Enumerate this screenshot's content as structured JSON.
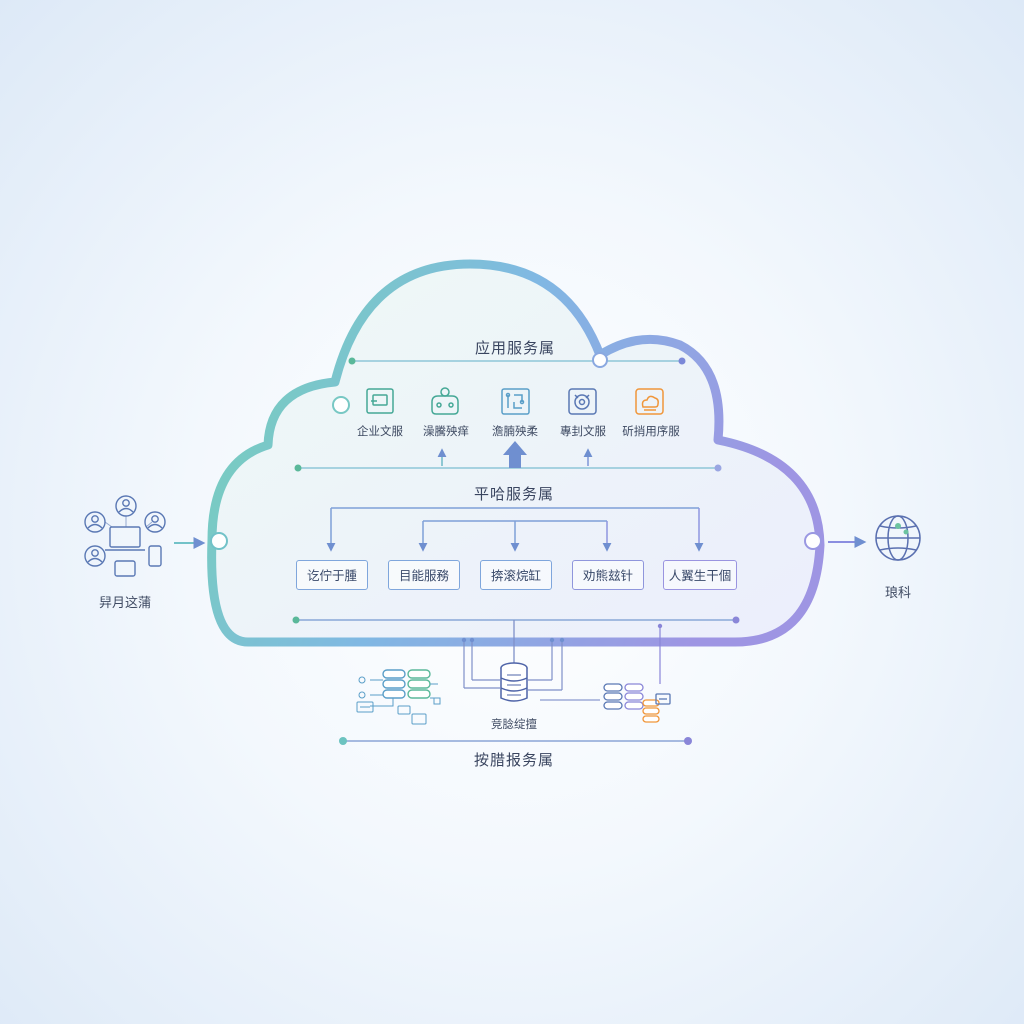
{
  "application_layer": {
    "title": "应用服务属",
    "services": [
      {
        "label": "企业文服",
        "icon": "document-icon"
      },
      {
        "label": "澡騰殃痒",
        "icon": "gamepad-icon"
      },
      {
        "label": "澹腩殃柔",
        "icon": "circuit-icon"
      },
      {
        "label": "專刲文服",
        "icon": "target-icon"
      },
      {
        "label": "斫捎用序服",
        "icon": "cloud-box-icon"
      }
    ]
  },
  "platform_layer": {
    "title": "平哈服务属",
    "modules": [
      "讫佇于腫",
      "目能服務",
      "捹滚烷缸",
      "劝熊玆针",
      "人翼生干個"
    ]
  },
  "data_layer": {
    "title": "按腊报务属",
    "db_label": "竞腍绽擅"
  },
  "left_group": {
    "label": "舁月这蒲"
  },
  "right_group": {
    "label": "琅科"
  },
  "colors": {
    "accent_green": "#74d1b4",
    "accent_blue": "#7aa6e0",
    "accent_purple": "#8f8ee0",
    "accent_orange": "#f0963a"
  }
}
